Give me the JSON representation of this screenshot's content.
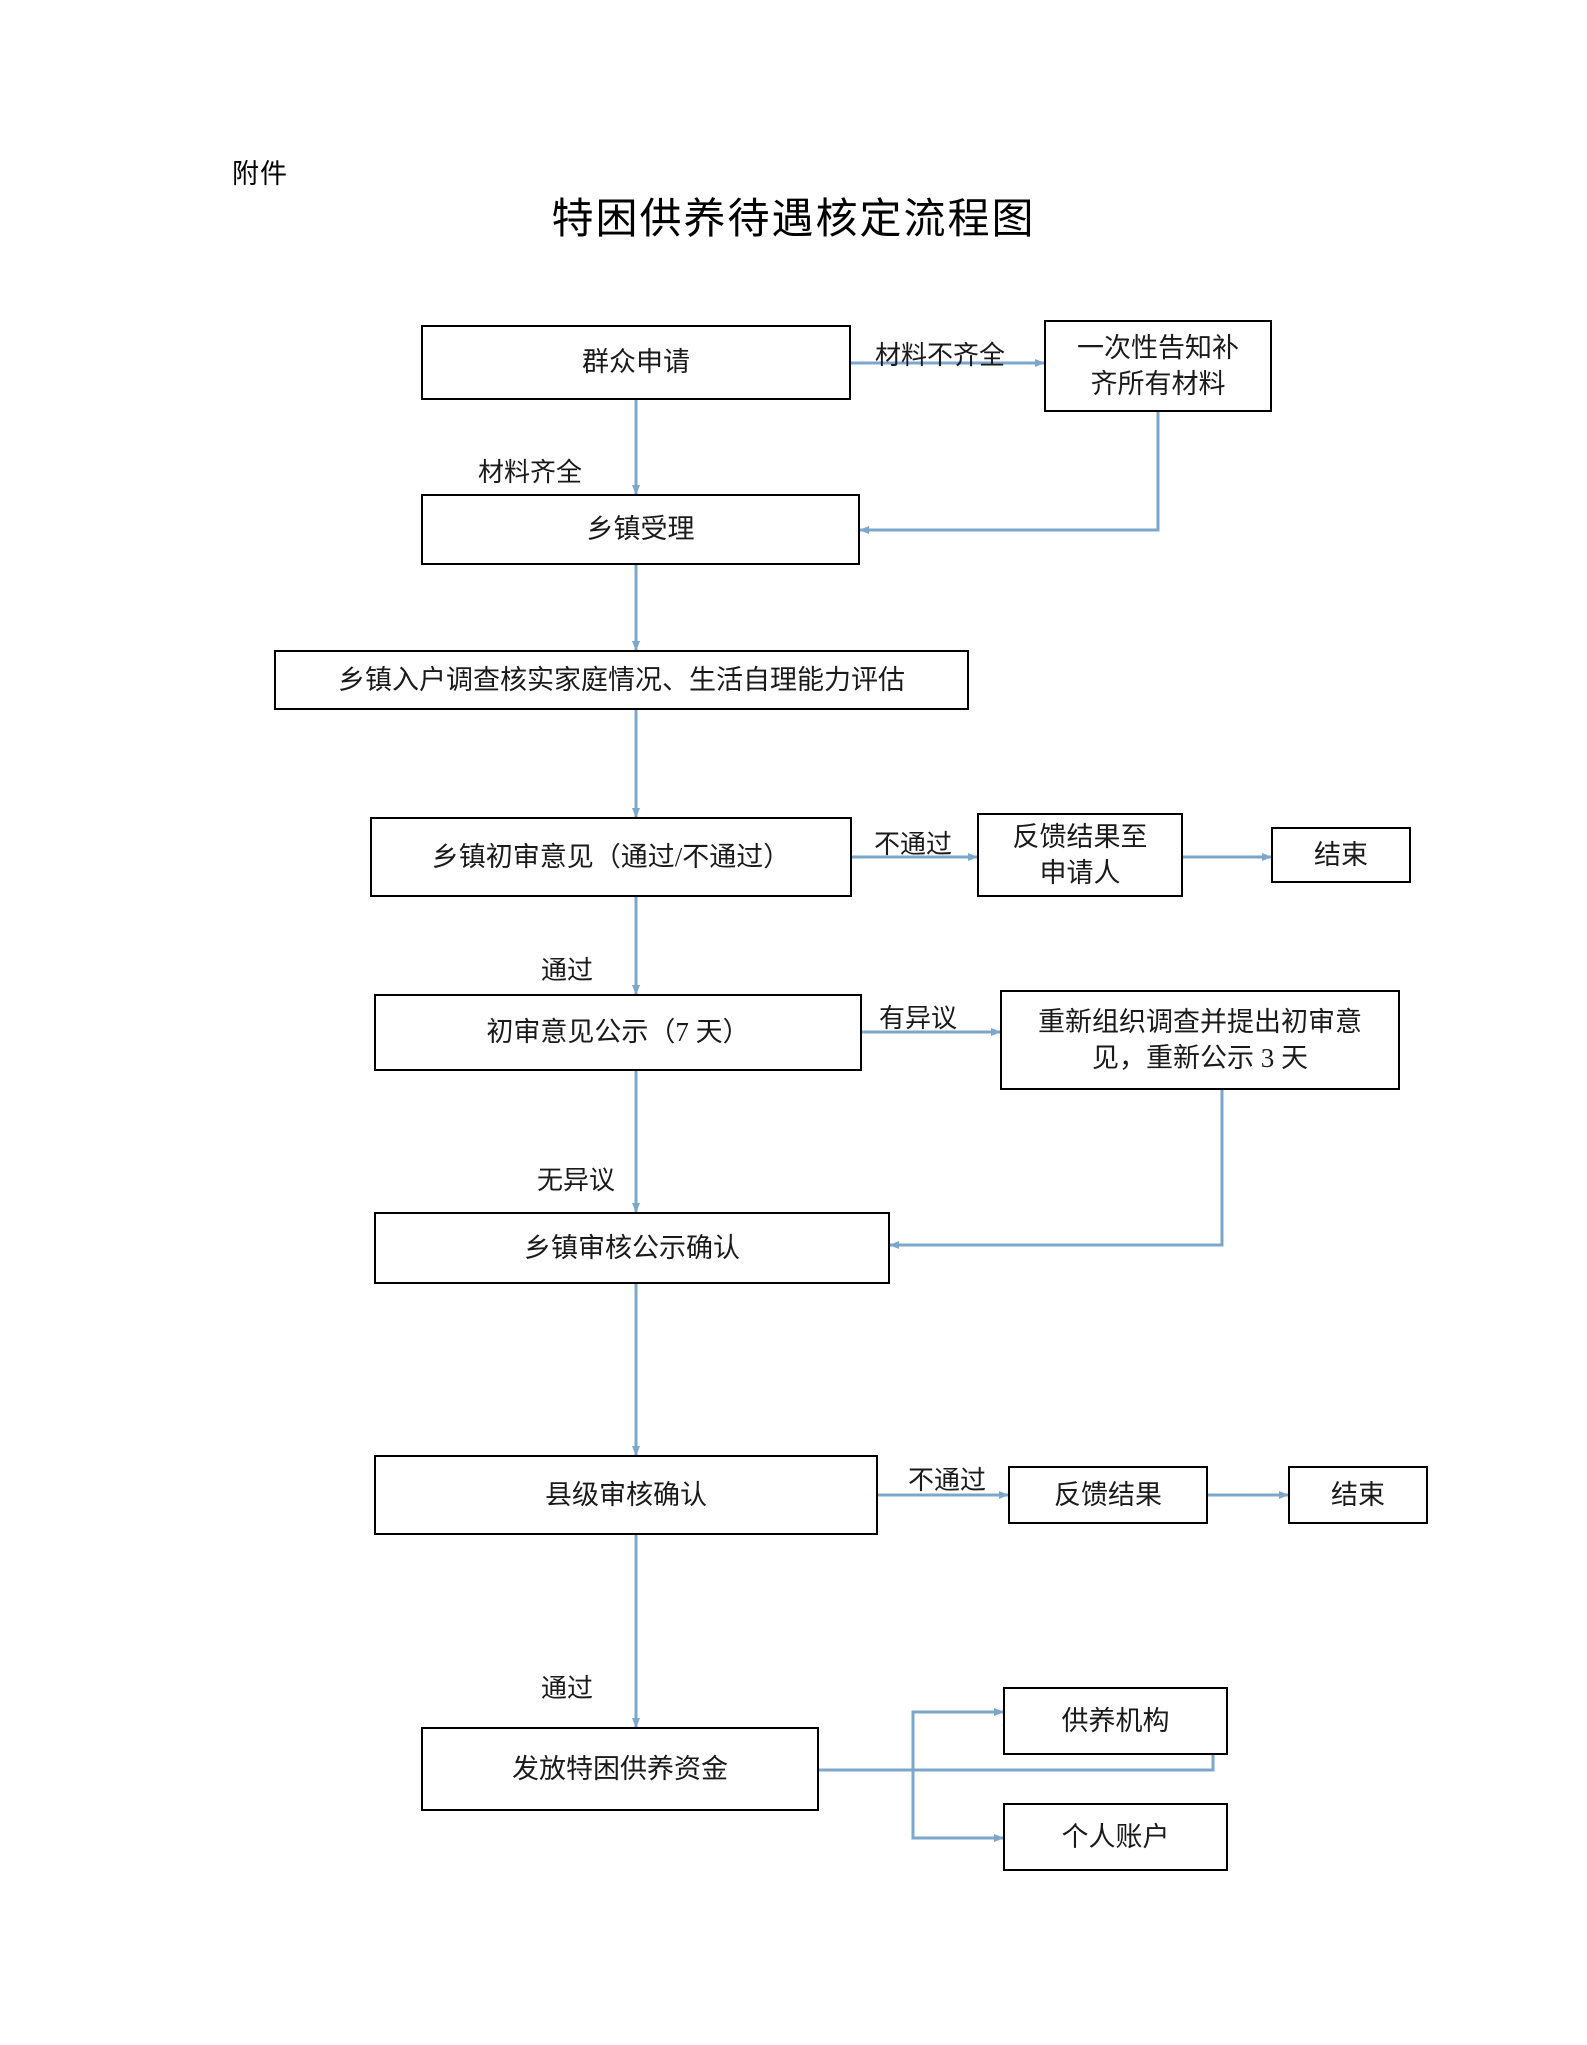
{
  "document": {
    "attachment_label": "附件",
    "title": "特困供养待遇核定流程图"
  },
  "theme": {
    "arrow_color": "#7CA7CB",
    "box_border_color": "#000000",
    "text_color": "#1a1a1a",
    "background": "#ffffff"
  },
  "flow": {
    "nodes": [
      {
        "id": "apply",
        "label": "群众申请"
      },
      {
        "id": "notify_once",
        "label": "一次性告知补\n齐所有材料"
      },
      {
        "id": "town_accept",
        "label": "乡镇受理"
      },
      {
        "id": "home_survey",
        "label": "乡镇入户调查核实家庭情况、生活自理能力评估"
      },
      {
        "id": "town_review",
        "label": "乡镇初审意见（通过/不通过）"
      },
      {
        "id": "feedback_appl",
        "label": "反馈结果至\n申请人"
      },
      {
        "id": "end_1",
        "label": "结束"
      },
      {
        "id": "publicity_7d",
        "label": "初审意见公示（7 天）"
      },
      {
        "id": "reinvestigate",
        "label": "重新组织调查并提出初审意\n见，重新公示 3 天"
      },
      {
        "id": "town_confirm",
        "label": "乡镇审核公示确认"
      },
      {
        "id": "county_confirm",
        "label": "县级审核确认"
      },
      {
        "id": "feedback_2",
        "label": "反馈结果"
      },
      {
        "id": "end_2",
        "label": "结束"
      },
      {
        "id": "disburse",
        "label": "发放特困供养资金"
      },
      {
        "id": "institution",
        "label": "供养机构"
      },
      {
        "id": "personal_acct",
        "label": "个人账户"
      }
    ],
    "edge_labels": [
      {
        "id": "materials_incomplete",
        "label": "材料不齐全"
      },
      {
        "id": "materials_complete",
        "label": "材料齐全"
      },
      {
        "id": "review_fail_1",
        "label": "不通过"
      },
      {
        "id": "review_pass_1",
        "label": "通过"
      },
      {
        "id": "objection",
        "label": "有异议"
      },
      {
        "id": "no_objection",
        "label": "无异议"
      },
      {
        "id": "review_fail_2",
        "label": "不通过"
      },
      {
        "id": "review_pass_2",
        "label": "通过"
      }
    ]
  }
}
